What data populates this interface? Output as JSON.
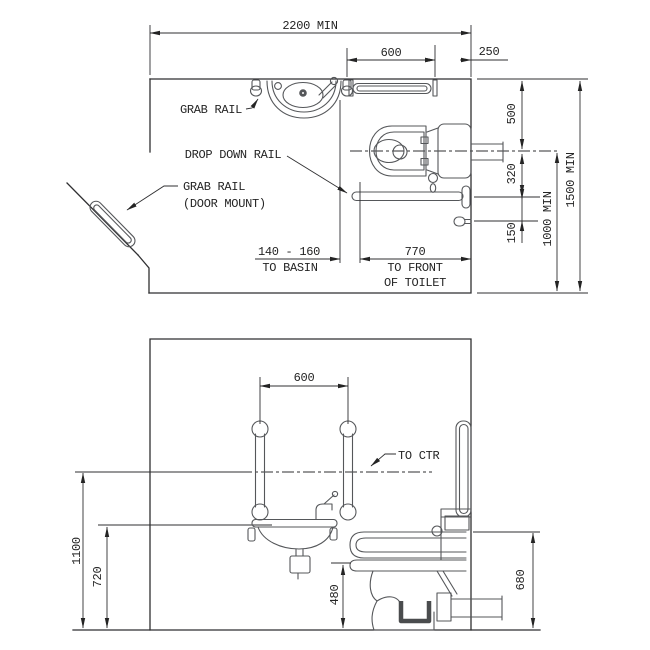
{
  "plan": {
    "labels": {
      "grab_rail": "GRAB RAIL",
      "drop_down_rail": "DROP DOWN RAIL",
      "grab_rail_door_1": "GRAB RAIL",
      "grab_rail_door_2": "(DOOR MOUNT)"
    },
    "dims": {
      "room_width": "2200 MIN",
      "rail_length": "600",
      "corner_offset": "250",
      "wall_to_toilet_cl": "500",
      "cl_to_drop_rail": "320",
      "drop_rail_to_holder": "150",
      "toilet_cl_to_rear": "1000 MIN",
      "room_depth": "1500 MIN",
      "basin_gap": "140 - 160",
      "basin_gap_note": "TO BASIN",
      "front_clearance": "770",
      "front_clearance_note_1": "TO FRONT",
      "front_clearance_note_2": "OF TOILET"
    }
  },
  "elevation": {
    "labels": {
      "to_ctr": "TO CTR"
    },
    "dims": {
      "rail_spacing": "600",
      "rail_top_height": "1100",
      "basin_height": "720",
      "seat_height": "480",
      "drop_rail_height": "680"
    }
  }
}
